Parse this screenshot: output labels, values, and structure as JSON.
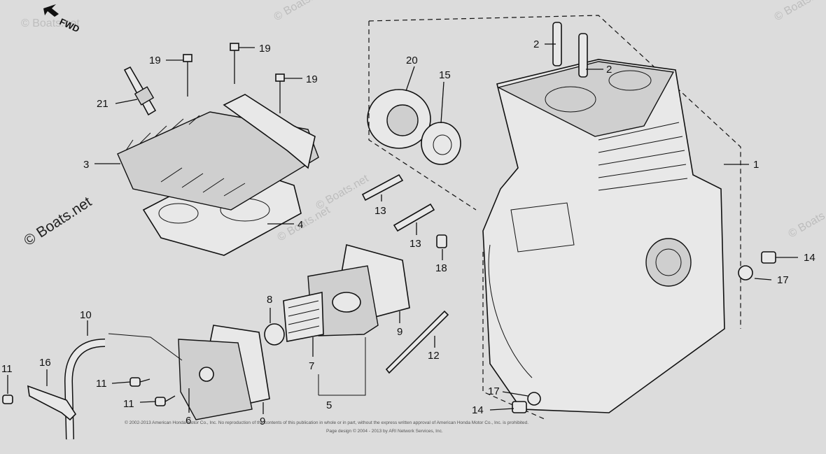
{
  "orientation": {
    "label": "FWD"
  },
  "watermarks": {
    "main": "© Boats.net",
    "repeat": "© Boats.net"
  },
  "copyright": {
    "line1": "© 2002-2013 American Honda Motor Co., Inc. No reproduction of the contents of this publication in whole or in part, without the express written approval of American Honda Motor Co., Inc. is prohibited.",
    "line2": "Page design © 2004 - 2013 by ARI Network Services, Inc."
  },
  "callouts": [
    {
      "id": "1",
      "label": "1"
    },
    {
      "id": "2a",
      "label": "2"
    },
    {
      "id": "2b",
      "label": "2"
    },
    {
      "id": "3",
      "label": "3"
    },
    {
      "id": "4",
      "label": "4"
    },
    {
      "id": "5",
      "label": "5"
    },
    {
      "id": "6",
      "label": "6"
    },
    {
      "id": "7",
      "label": "7"
    },
    {
      "id": "8",
      "label": "8"
    },
    {
      "id": "9a",
      "label": "9"
    },
    {
      "id": "9b",
      "label": "9"
    },
    {
      "id": "10",
      "label": "10"
    },
    {
      "id": "11a",
      "label": "11"
    },
    {
      "id": "11b",
      "label": "11"
    },
    {
      "id": "11c",
      "label": "11"
    },
    {
      "id": "12",
      "label": "12"
    },
    {
      "id": "13a",
      "label": "13"
    },
    {
      "id": "13b",
      "label": "13"
    },
    {
      "id": "14a",
      "label": "14"
    },
    {
      "id": "14b",
      "label": "14"
    },
    {
      "id": "15",
      "label": "15"
    },
    {
      "id": "16",
      "label": "16"
    },
    {
      "id": "17a",
      "label": "17"
    },
    {
      "id": "17b",
      "label": "17"
    },
    {
      "id": "18",
      "label": "18"
    },
    {
      "id": "19a",
      "label": "19"
    },
    {
      "id": "19b",
      "label": "19"
    },
    {
      "id": "19c",
      "label": "19"
    },
    {
      "id": "20",
      "label": "20"
    },
    {
      "id": "21",
      "label": "21"
    }
  ]
}
